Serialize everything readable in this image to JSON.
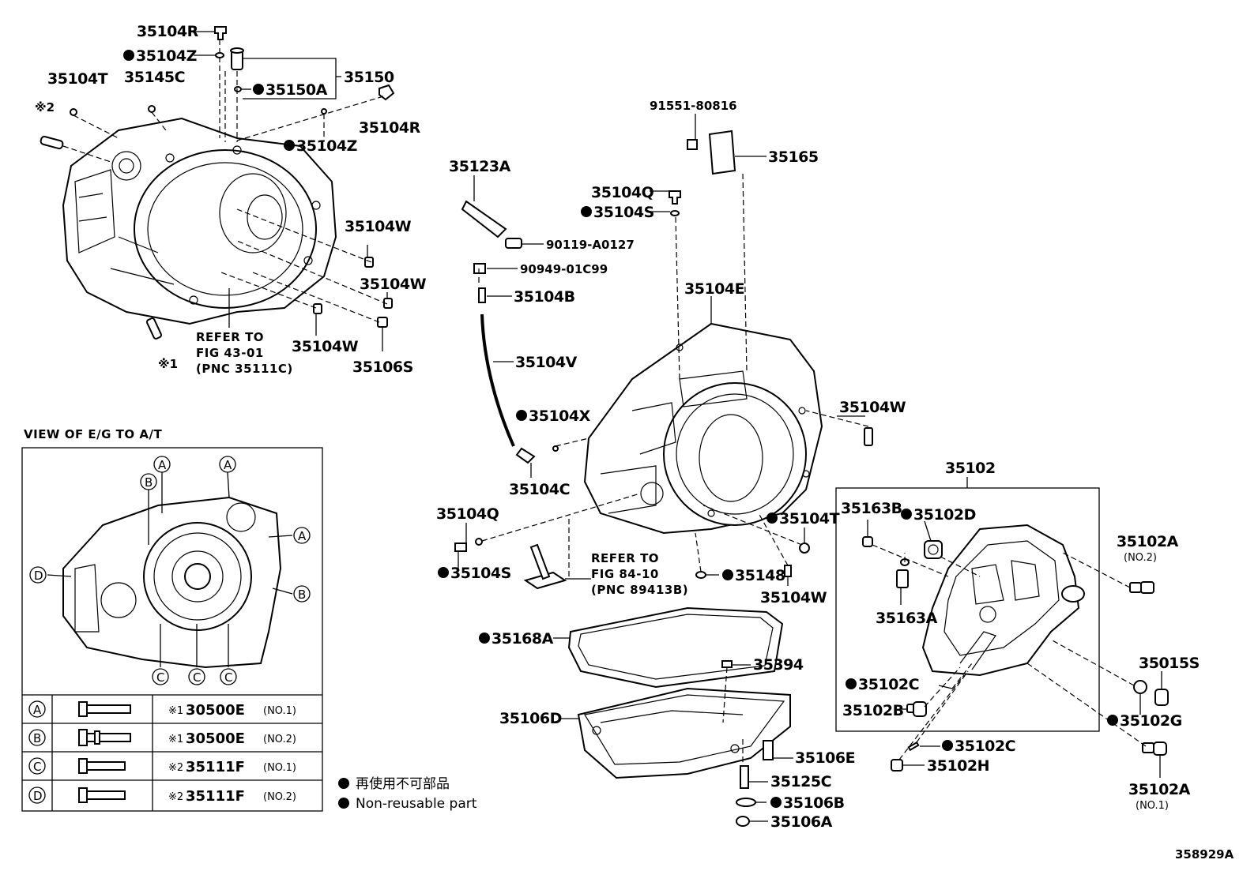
{
  "labels": {
    "p35104R_top": "35104R",
    "p35104Z_top": "35104Z",
    "p35104T_left": "35104T",
    "p35145C": "35145C",
    "p35150": "35150",
    "p35150A": "35150A",
    "p35104R_right": "35104R",
    "p35104Z_right": "35104Z",
    "p35104W_a": "35104W",
    "p35104W_b": "35104W",
    "p35104W_c": "35104W",
    "p35106S": "35106S",
    "mark2_top": "※2",
    "mark1_bottom": "※1",
    "p91551": "91551-80816",
    "p35165": "35165",
    "p35123A": "35123A",
    "p35104Q_top": "35104Q",
    "p35104S_top": "35104S",
    "p90119": "90119-A0127",
    "p90949": "90949-01C99",
    "p35104B": "35104B",
    "p35104E": "35104E",
    "p35104V": "35104V",
    "p35104X": "35104X",
    "p35104C": "35104C",
    "p35104W_mid": "35104W",
    "p35104Q_bot": "35104Q",
    "p35104S_bot": "35104S",
    "p35104T_mid": "35104T",
    "p35148": "35148",
    "p35104W_low": "35104W",
    "p35102": "35102",
    "p35163B": "35163B",
    "p35102D": "35102D",
    "p35102A_top": "35102A",
    "no2_top": "(NO.2)",
    "p35163A": "35163A",
    "p35015S": "35015S",
    "p35102C_top": "35102C",
    "p35102B": "35102B",
    "p35102G": "35102G",
    "p35102C_bot": "35102C",
    "p35102H": "35102H",
    "p35102A_bot": "35102A",
    "no1_bot": "(NO.1)",
    "p35168A": "35168A",
    "p35394": "35394",
    "p35106D": "35106D",
    "p35106E": "35106E",
    "p35125C": "35125C",
    "p35106B": "35106B",
    "p35106A": "35106A",
    "figure_code": "358929A"
  },
  "refer_notes": {
    "top_line1": "REFER TO",
    "top_line2": "FIG 43-01",
    "top_line3": "(PNC 35111C)",
    "mid_line1": "REFER TO",
    "mid_line2": "FIG 84-10",
    "mid_line3": "(PNC 89413B)"
  },
  "inset": {
    "title": "VIEW OF E/G TO A/T",
    "markers": [
      "A",
      "B",
      "C",
      "D"
    ]
  },
  "bolt_table": {
    "rows": [
      {
        "letter": "A",
        "mark": "※1",
        "part": "30500E",
        "note": "(NO.1)"
      },
      {
        "letter": "B",
        "mark": "※1",
        "part": "30500E",
        "note": "(NO.2)"
      },
      {
        "letter": "C",
        "mark": "※2",
        "part": "35111F",
        "note": "(NO.1)"
      },
      {
        "letter": "D",
        "mark": "※2",
        "part": "35111F",
        "note": "(NO.2)"
      }
    ]
  },
  "legend": {
    "line_jp": "再使用不可部品",
    "line_en": "Non-reusable part"
  }
}
